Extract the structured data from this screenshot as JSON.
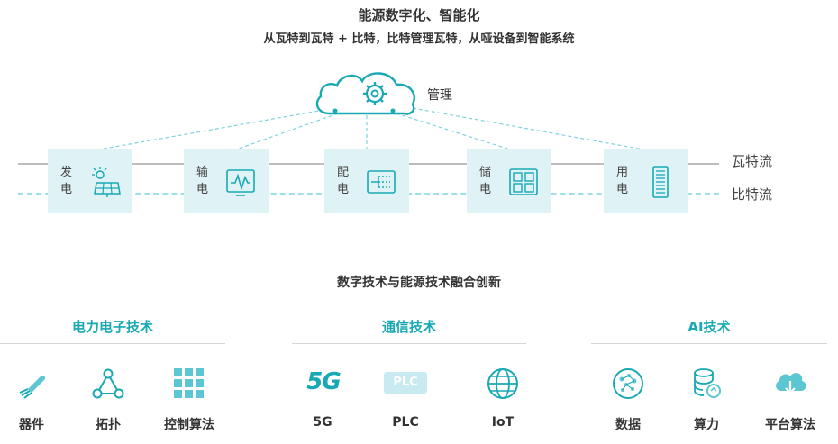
{
  "header": {
    "title": "能源数字化、智能化",
    "subtitle": "从瓦特到瓦特 + 比特，比特管理瓦特，从哑设备到智能系统"
  },
  "cloud": {
    "label": "管理",
    "icon": "gear-cloud-icon"
  },
  "flows": {
    "watt": "瓦特流",
    "bit": "比特流"
  },
  "nodes": [
    {
      "char1": "发",
      "char2": "电",
      "icon": "solar-panel-icon"
    },
    {
      "char1": "输",
      "char2": "电",
      "icon": "waveform-icon"
    },
    {
      "char1": "配",
      "char2": "电",
      "icon": "distribution-icon"
    },
    {
      "char1": "储",
      "char2": "电",
      "icon": "battery-storage-icon"
    },
    {
      "char1": "用",
      "char2": "电",
      "icon": "meter-icon"
    }
  ],
  "section_title": "数字技术与能源技术融合创新",
  "categories": [
    {
      "title": "电力电子技术",
      "items": [
        {
          "label": "器件",
          "icon": "chip-device-icon"
        },
        {
          "label": "拓扑",
          "icon": "topology-icon"
        },
        {
          "label": "控制算法",
          "icon": "grid-algorithm-icon"
        }
      ]
    },
    {
      "title": "通信技术",
      "items": [
        {
          "label": "5G",
          "icon": "5g-icon",
          "icon_text": "5G"
        },
        {
          "label": "PLC",
          "icon": "plc-icon",
          "icon_text": "PLC"
        },
        {
          "label": "IoT",
          "icon": "globe-icon"
        }
      ]
    },
    {
      "title": "AI技术",
      "items": [
        {
          "label": "数据",
          "icon": "data-icon"
        },
        {
          "label": "算力",
          "icon": "compute-icon"
        },
        {
          "label": "平台算法",
          "icon": "cloud-download-icon"
        }
      ]
    }
  ],
  "colors": {
    "accent": "#19a9b4",
    "node_bg": "#dff2f5",
    "light_teal": "#9fdfe7"
  }
}
